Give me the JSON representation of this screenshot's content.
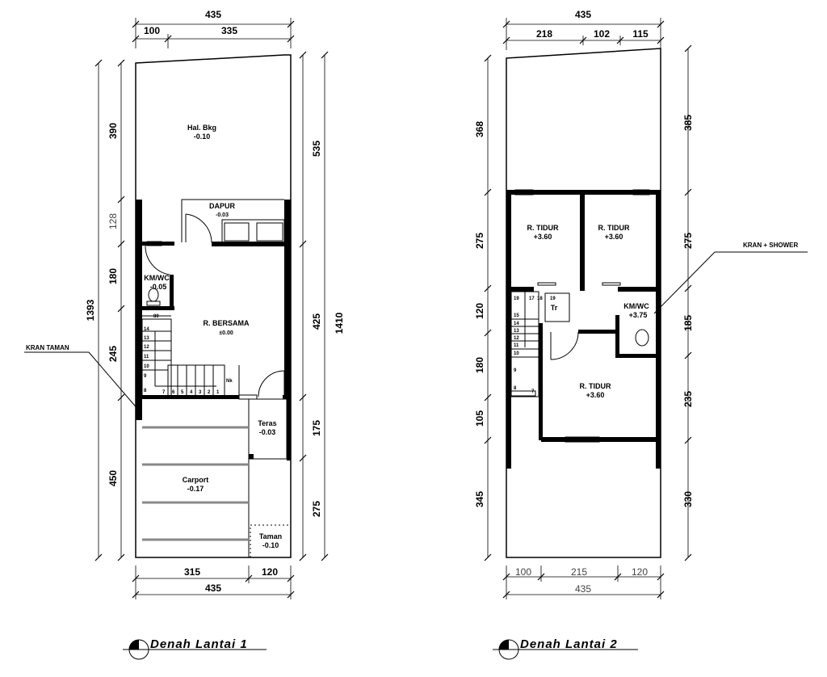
{
  "plan1": {
    "title": "Denah Lantai 1",
    "dims_top": {
      "total": "435",
      "seg1": "100",
      "seg2": "335"
    },
    "dims_left": {
      "total": "1393",
      "segs": [
        "390",
        "128",
        "180",
        "245",
        "450"
      ]
    },
    "dims_right": {
      "total": "1410",
      "segs": [
        "535",
        "425",
        "175",
        "275"
      ]
    },
    "dims_bottom": {
      "total": "435",
      "seg1": "315",
      "seg2": "120"
    },
    "rooms": {
      "hal_bkg": {
        "name": "Hal. Bkg",
        "level": "-0.10"
      },
      "dapur": {
        "name": "DAPUR",
        "level": "-0.03"
      },
      "kmwc": {
        "name": "KM/WC",
        "level": "-0.05"
      },
      "r_bersama": {
        "name": "R. BERSAMA",
        "level": "±0.00"
      },
      "teras": {
        "name": "Teras",
        "level": "-0.03"
      },
      "carport": {
        "name": "Carport",
        "level": "-0.17"
      },
      "taman": {
        "name": "Taman",
        "level": "-0.10"
      }
    },
    "stair_width": "80",
    "stair_label": "Nk",
    "stair_steps_vertical": [
      "14",
      "13",
      "12",
      "11",
      "10",
      "9",
      "8"
    ],
    "stair_steps_horizontal": [
      "7",
      "6",
      "5",
      "4",
      "3",
      "2",
      "1"
    ],
    "note_kran": "KRAN TAMAN"
  },
  "plan2": {
    "title": "Denah Lantai 2",
    "dims_top": {
      "total": "435",
      "segs": [
        "218",
        "102",
        "115"
      ]
    },
    "dims_left": {
      "segs": [
        "368",
        "275",
        "120",
        "180",
        "105",
        "345"
      ]
    },
    "dims_right": {
      "segs": [
        "385",
        "275",
        "185",
        "235",
        "330"
      ]
    },
    "dims_bottom": {
      "total": "435",
      "segs": [
        "100",
        "215",
        "120"
      ]
    },
    "rooms": {
      "tidur1": {
        "name": "R. TIDUR",
        "level": "+3.60"
      },
      "tidur2": {
        "name": "R. TIDUR",
        "level": "+3.60"
      },
      "tidur3": {
        "name": "R. TIDUR",
        "level": "+3.60"
      },
      "kmwc": {
        "name": "KM/WC",
        "level": "+3.75"
      }
    },
    "stair_label": "Tr",
    "stair_steps_top": [
      "19",
      "17",
      "18",
      "19"
    ],
    "stair_steps_vertical": [
      "15",
      "14",
      "13",
      "12",
      "11",
      "10",
      "9",
      "8"
    ],
    "stair_step_last": "7",
    "note_shower": "KRAN + SHOWER"
  }
}
